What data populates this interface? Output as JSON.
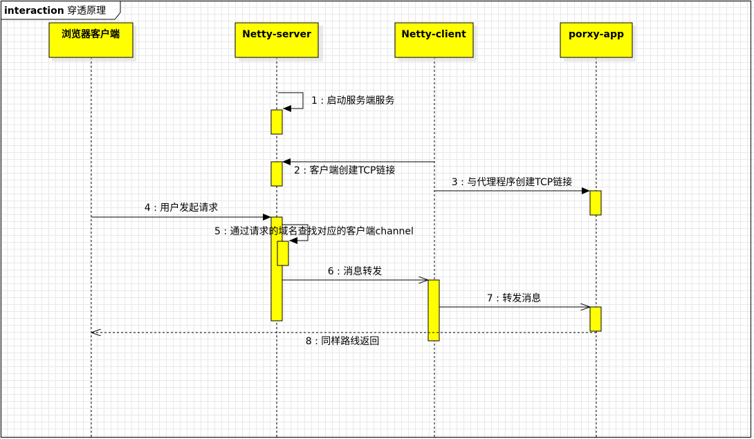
{
  "diagram": {
    "frame_title_bold": "interaction",
    "frame_title_rest": " 穿透原理",
    "participants": [
      {
        "id": "browser",
        "label": "浏览器客户端"
      },
      {
        "id": "server",
        "label": "Netty-server"
      },
      {
        "id": "client",
        "label": "Netty-client"
      },
      {
        "id": "app",
        "label": "porxy-app"
      }
    ],
    "messages": [
      {
        "label": "1 : 启动服务端服务",
        "from": "server",
        "to": "server",
        "style": "self"
      },
      {
        "label": "2 : 客户端创建TCP链接",
        "from": "client",
        "to": "server",
        "style": "sync"
      },
      {
        "label": "3 : 与代理程序创建TCP链接",
        "from": "client",
        "to": "app",
        "style": "sync"
      },
      {
        "label": "4 : 用户发起请求",
        "from": "browser",
        "to": "server",
        "style": "sync"
      },
      {
        "label": "5 : 通过请求的域名查找对应的客户端channel",
        "from": "server",
        "to": "server",
        "style": "self"
      },
      {
        "label": "6 : 消息转发",
        "from": "server",
        "to": "client",
        "style": "async"
      },
      {
        "label": "7 : 转发消息",
        "from": "client",
        "to": "app",
        "style": "async"
      },
      {
        "label": "8 : 同样路线返回",
        "from": "app",
        "to": "browser",
        "style": "return"
      }
    ]
  },
  "colors": {
    "participant_fill": "#ffff00",
    "line": "#000000",
    "grid": "#e8e8e8"
  }
}
